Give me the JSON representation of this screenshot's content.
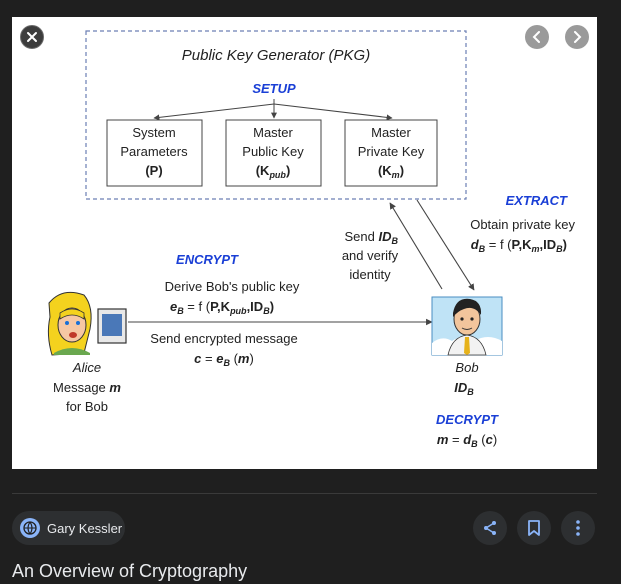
{
  "viewer": {
    "close_icon": "close-icon",
    "prev_icon": "chevron-left-icon",
    "next_icon": "chevron-right-icon"
  },
  "diagram": {
    "pkg_title": "Public Key Generator (PKG)",
    "setup": "SETUP",
    "box_params": [
      "System",
      "Parameters",
      "(P)"
    ],
    "box_mpk": [
      "Master",
      "Public Key",
      "(K",
      "pub",
      ")"
    ],
    "box_msk": [
      "Master",
      "Private Key",
      "(K",
      "m",
      ")"
    ],
    "extract": "EXTRACT",
    "obtain_line1": "Obtain private key",
    "obtain_line2": [
      "d",
      "B",
      " = f (",
      "P,K",
      "m",
      ",ID",
      "B",
      ")"
    ],
    "send_id": [
      "Send ",
      "ID",
      "B",
      "and verify",
      "identity"
    ],
    "encrypt": "ENCRYPT",
    "derive_line1": "Derive Bob's public key",
    "derive_line2": [
      "e",
      "B",
      " = f (",
      "P,K",
      "pub",
      ",ID",
      "B",
      ")"
    ],
    "send_msg_line1": "Send encrypted message",
    "send_msg_line2": [
      "c",
      " = ",
      "e",
      "B",
      " (",
      "m",
      ")"
    ],
    "alice_name": "Alice",
    "alice_msg": [
      "Message ",
      "m"
    ],
    "alice_for": "for Bob",
    "bob_name": "Bob",
    "bob_id": [
      "ID",
      "B"
    ],
    "decrypt": "DECRYPT",
    "decrypt_formula": [
      "m",
      " = ",
      "d",
      "B",
      " (",
      "c",
      ")"
    ],
    "colors": {
      "accent": "#1a3fd6",
      "dashed": "#6c7fb4"
    }
  },
  "source": {
    "name": "Gary Kessler",
    "icon": "globe-icon"
  },
  "actions": {
    "share_icon": "share-icon",
    "save_icon": "bookmark-icon",
    "more_icon": "more-vert-icon"
  },
  "result_title": "An Overview of Cryptography",
  "colors": {
    "background": "#1f1f1f",
    "chip": "#2d2f31",
    "text": "#e8eaed",
    "link_blue": "#8ab4f8"
  }
}
